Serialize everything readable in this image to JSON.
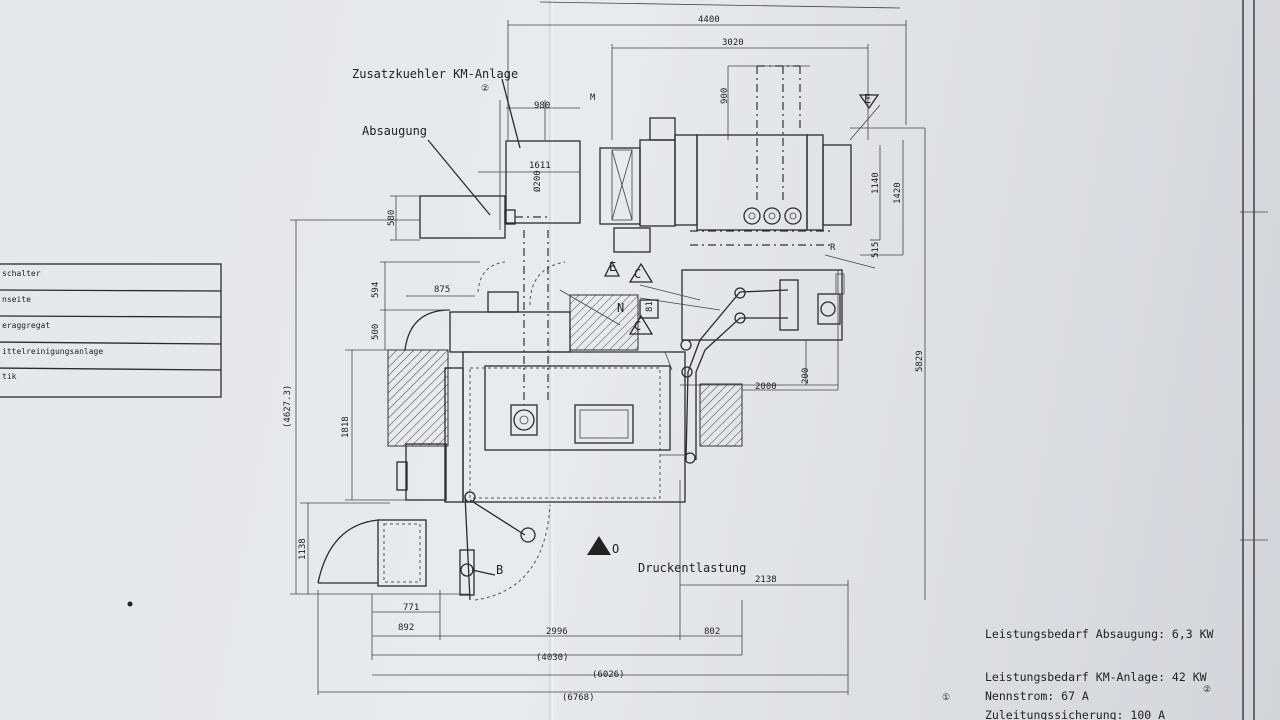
{
  "labels": {
    "zusatzkuehler": "Zusatzkuehler KM-Anlage",
    "absaugung": "Absaugung",
    "druckentlastung": "Druckentlastung",
    "b": "B",
    "o": "O",
    "e1": "E",
    "e2": "E",
    "c1": "C",
    "c2": "C",
    "n": "N",
    "m": "M",
    "r": "R",
    "circled_2_top": "②",
    "circled_1": "①",
    "circled_2_bottom": "②"
  },
  "legend_rows": [
    "schalter",
    "nseite",
    "eraggregat",
    "ittelreinigungsanlage",
    "tik"
  ],
  "dimensions": {
    "d4400": "4400",
    "d3020": "3020",
    "d900": "900",
    "d980": "980",
    "d1611": "1611",
    "d200a": "Ø200",
    "d580": "580",
    "d1140": "1140",
    "d1420": "1420",
    "d515": "515",
    "d594": "594",
    "d875": "875",
    "d500": "500",
    "d81": "81",
    "d4627": "(4627.3)",
    "d1818": "1818",
    "d200b": "200",
    "d2000": "2000",
    "d5829": "5829",
    "d1138": "1138",
    "d771": "771",
    "d892": "892",
    "d2996": "2996",
    "d802": "802",
    "d2138": "2138",
    "d4030": "(4030)",
    "d6026": "(6026)",
    "d6768": "(6768)"
  },
  "notes": {
    "absaugung_power": "Leistungsbedarf Absaugung: 6,3 KW",
    "km_power": "Leistungsbedarf KM-Anlage: 42 KW",
    "nennstrom": "Nennstrom: 67 A",
    "zuleitung": "Zuleitungssicherung: 100 A"
  },
  "colors": {
    "paper": "#e6e7ea",
    "ink": "#2a2a30"
  }
}
